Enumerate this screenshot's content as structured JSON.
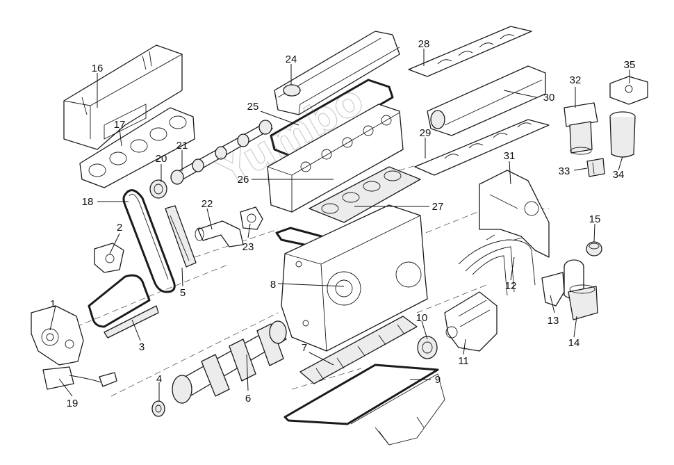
{
  "diagram": {
    "type": "exploded-parts-view",
    "callouts": [
      "1",
      "2",
      "3",
      "4",
      "5",
      "6",
      "7",
      "8",
      "9",
      "10",
      "11",
      "12",
      "13",
      "14",
      "15",
      "16",
      "17",
      "18",
      "19",
      "20",
      "21",
      "22",
      "23",
      "24",
      "25",
      "26",
      "27",
      "28",
      "29",
      "30",
      "31",
      "32",
      "33",
      "34",
      "35"
    ],
    "watermark": "Yumbo"
  },
  "style": {
    "line_color": "#1a1a1a",
    "background": "#ffffff"
  }
}
